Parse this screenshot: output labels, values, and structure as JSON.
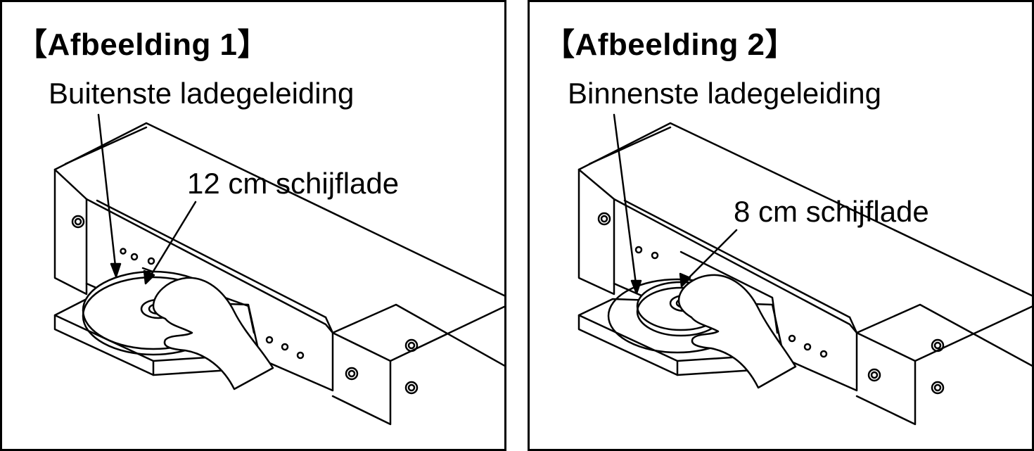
{
  "panels": [
    {
      "title": "【Afbeelding 1】",
      "guide_label": "Buitenste ladegeleiding",
      "disc_label": "12 cm schijflade",
      "disc_size": "12 cm"
    },
    {
      "title": "【Afbeelding 2】",
      "guide_label": "Binnenste ladegeleiding",
      "disc_label": "8 cm schijflade",
      "disc_size": "8 cm"
    }
  ]
}
